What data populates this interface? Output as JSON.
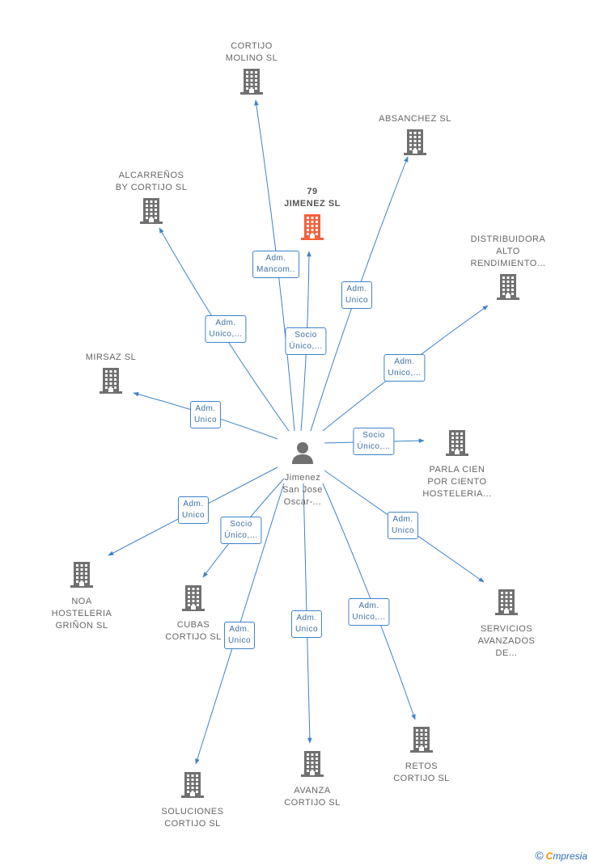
{
  "diagram": {
    "colors": {
      "edge": "#3e83c9",
      "building": "#707070",
      "building_main": "#f4603b",
      "person": "#707070"
    },
    "person": {
      "id": "person",
      "label": "Jimenez\nSan Jose\nOscar-...",
      "icon": "person-icon"
    },
    "nodes": [
      {
        "id": "cortijo-molino",
        "label": "CORTIJO\nMOLINO SL",
        "icon": "building-icon",
        "main": false
      },
      {
        "id": "absanchez",
        "label": "ABSANCHEZ SL",
        "icon": "building-icon",
        "main": false
      },
      {
        "id": "alcarrenos",
        "label": "ALCARREÑOS\nBY CORTIJO  SL",
        "icon": "building-icon",
        "main": false
      },
      {
        "id": "79-jimenez",
        "label": "79\nJIMENEZ  SL",
        "icon": "building-icon",
        "main": true
      },
      {
        "id": "distribuidora",
        "label": "DISTRIBUIDORA\nALTO\nRENDIMIENTO...",
        "icon": "building-icon",
        "main": false
      },
      {
        "id": "mirsaz",
        "label": "MIRSAZ SL",
        "icon": "building-icon",
        "main": false
      },
      {
        "id": "parla-cien",
        "label": "PARLA CIEN\nPOR CIENTO\nHOSTELERIA...",
        "icon": "building-icon",
        "main": false
      },
      {
        "id": "noa",
        "label": "NOA\nHOSTELERIA\nGRIÑON SL",
        "icon": "building-icon",
        "main": false
      },
      {
        "id": "cubas",
        "label": "CUBAS\nCORTIJO  SL",
        "icon": "building-icon",
        "main": false
      },
      {
        "id": "servicios",
        "label": "SERVICIOS\nAVANZADOS\nDE...",
        "icon": "building-icon",
        "main": false
      },
      {
        "id": "retos",
        "label": "RETOS\nCORTIJO  SL",
        "icon": "building-icon",
        "main": false
      },
      {
        "id": "avanza",
        "label": "AVANZA\nCORTIJO  SL",
        "icon": "building-icon",
        "main": false
      },
      {
        "id": "soluciones",
        "label": "SOLUCIONES\nCORTIJO  SL",
        "icon": "building-icon",
        "main": false
      }
    ],
    "edges": [
      {
        "to": "cortijo-molino",
        "label": "Adm.\nMancom.."
      },
      {
        "to": "absanchez",
        "label": "Adm.\nUnico"
      },
      {
        "to": "alcarrenos",
        "label": "Adm.\nUnico,..."
      },
      {
        "to": "79-jimenez",
        "label": "Socio\nÚnico,..."
      },
      {
        "to": "distribuidora",
        "label": "Adm.\nUnico,..."
      },
      {
        "to": "mirsaz",
        "label": "Adm.\nUnico"
      },
      {
        "to": "parla-cien",
        "label": "Socio\nÚnico,..."
      },
      {
        "to": "noa",
        "label": "Adm.\nUnico"
      },
      {
        "to": "cubas",
        "label": "Socio\nÚnico,..."
      },
      {
        "to": "servicios",
        "label": "Adm.\nUnico"
      },
      {
        "to": "retos",
        "label": "Adm.\nUnico,..."
      },
      {
        "to": "avanza",
        "label": "Adm.\nUnico"
      },
      {
        "to": "soluciones",
        "label": "Adm.\nUnico"
      }
    ]
  },
  "footer": {
    "copyright": "©",
    "brand_e": "C",
    "brand_rest": "mpresia"
  }
}
